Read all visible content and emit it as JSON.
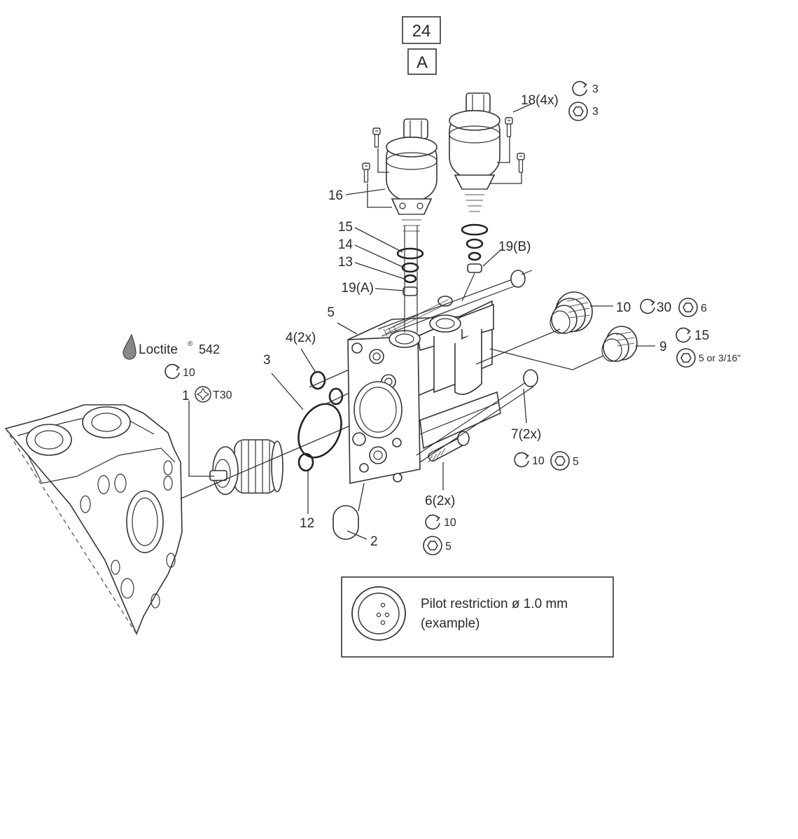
{
  "header": {
    "figure_number": "24",
    "view_letter": "A"
  },
  "adhesive": {
    "brand": "Loctite",
    "mark": "®",
    "grade": "542"
  },
  "callouts": {
    "p1": "1",
    "p2": "2",
    "p3": "3",
    "p4": "4(2x)",
    "p5": "5",
    "p6": "6(2x)",
    "p7": "7(2x)",
    "p9": "9",
    "p10": "10",
    "p12": "12",
    "p13": "13",
    "p14": "14",
    "p15": "15",
    "p16": "16",
    "p18": "18(4x)",
    "p19a": "19(A)",
    "p19b": "19(B)"
  },
  "torques": {
    "t1": "10",
    "t6": "10",
    "t7": "10",
    "t9": "15",
    "t10": "30",
    "t18": "3"
  },
  "tools": {
    "k1": "T30",
    "k6": "5",
    "k7": "5",
    "k9": "5 or 3/16\"",
    "k10": "6",
    "k18": "3"
  },
  "note": {
    "line1": "Pilot restriction ø 1.0 mm",
    "line2": "(example)"
  }
}
